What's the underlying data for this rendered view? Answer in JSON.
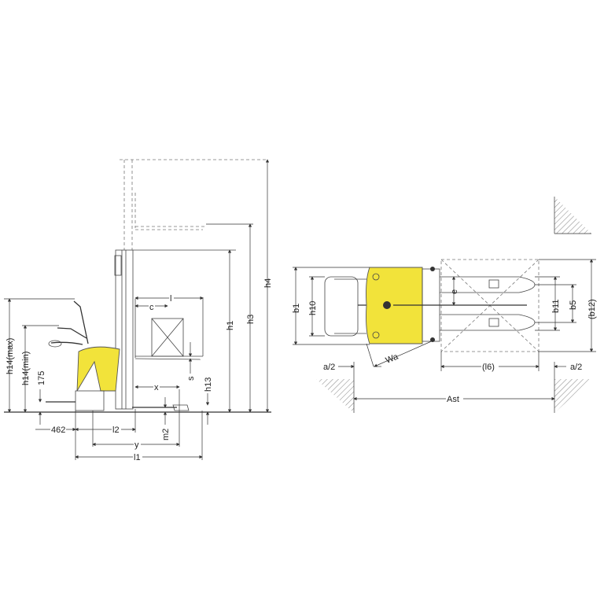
{
  "colors": {
    "body": "#f2e33a",
    "line": "#333333"
  },
  "side_view": {
    "labels": {
      "h4": "h4",
      "h3": "h3",
      "h1": "h1",
      "h14max": "h14(max)",
      "h14min": "h14(min)",
      "d175": "175",
      "l": "l",
      "c": "c",
      "x": "x",
      "s": "s",
      "h13": "h13",
      "d462": "462",
      "l2": "l2",
      "y": "y",
      "m2": "m2",
      "l1": "l1"
    }
  },
  "top_view": {
    "labels": {
      "b1": "b1",
      "h10": "h10",
      "e": "e",
      "b11": "b11",
      "b5": "b5",
      "b12": "(b12)",
      "wa": "Wa",
      "a2_left": "a/2",
      "l6": "(l6)",
      "a2_right": "a/2",
      "ast": "Ast"
    }
  }
}
